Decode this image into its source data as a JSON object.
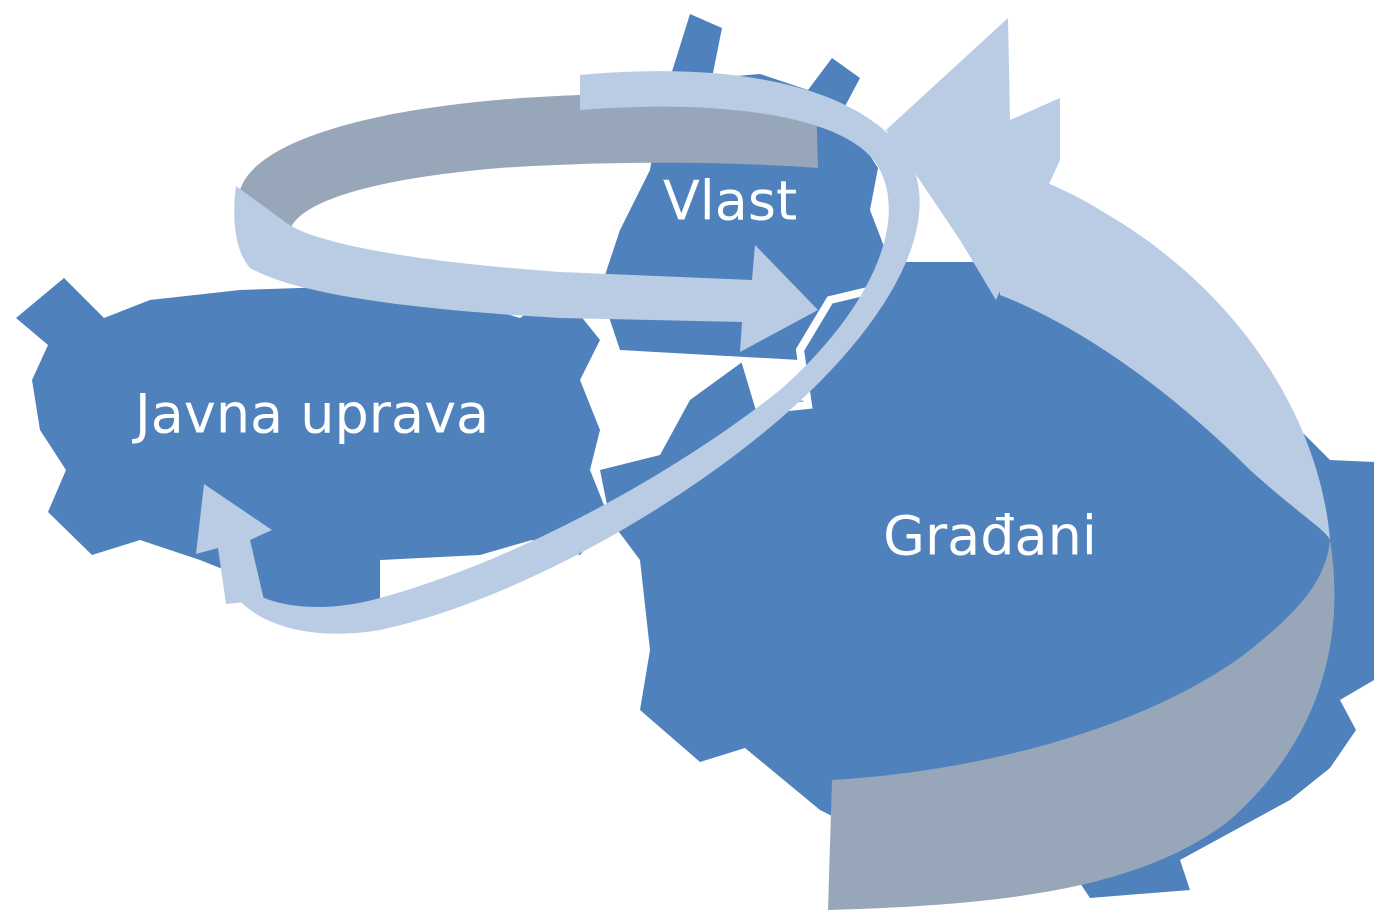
{
  "diagram": {
    "nodes": [
      {
        "id": "javna-uprava",
        "label": "Javna uprava"
      },
      {
        "id": "vlast",
        "label": "Vlast"
      },
      {
        "id": "gradani",
        "label": "Građani"
      }
    ]
  },
  "colors": {
    "gear": "#4f81bd",
    "arrow_light": "#b9cce4",
    "arrow_dark": "#98a6ba"
  }
}
